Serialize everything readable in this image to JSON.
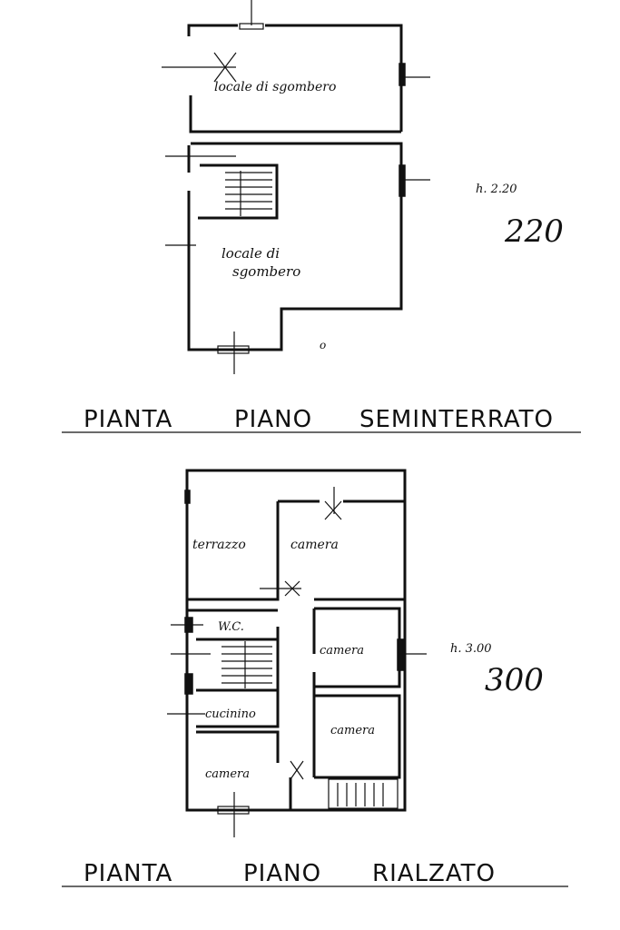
{
  "floors": [
    {
      "title": [
        "PIANTA",
        "PIANO",
        "SEMINTERRATO"
      ],
      "rooms": [
        "locale di sgombero",
        "locale di",
        "sgombero"
      ],
      "height_note": "h. 2.20",
      "height_value": "220",
      "mark": "o"
    },
    {
      "title": [
        "PIANTA",
        "PIANO",
        "RIALZATO"
      ],
      "rooms": [
        "terrazzo",
        "camera",
        "W.C.",
        "camera",
        "cucinino",
        "camera",
        "camera"
      ],
      "height_note": "h. 3.00",
      "height_value": "300"
    }
  ]
}
